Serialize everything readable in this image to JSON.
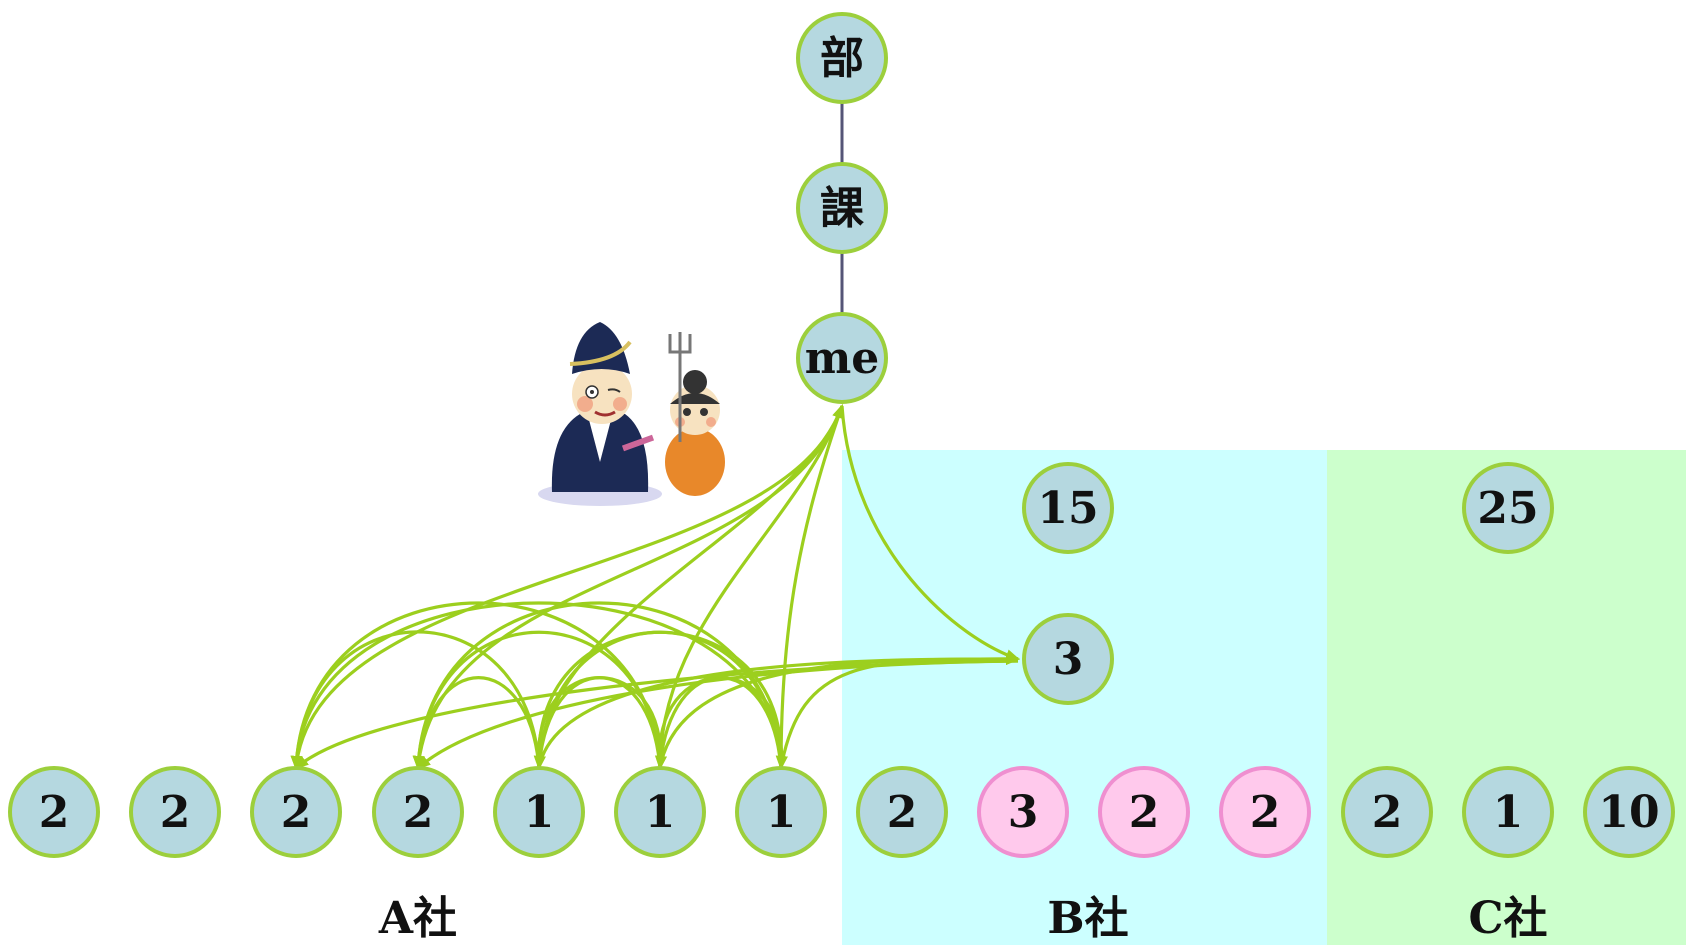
{
  "colors": {
    "node_fill": "#b5d8e0",
    "node_stroke": "#9ccf3c",
    "highlight_fill": "#ffc9ec",
    "highlight_stroke": "#ef8fd0",
    "arrow": "#9ccf1e",
    "hierarchy_line": "#555577",
    "region_b": "#ccffff",
    "region_c": "#ccffcc"
  },
  "hierarchy": {
    "bu": "部",
    "ka": "課",
    "me": "me"
  },
  "mid_nodes": {
    "b_upper": "15",
    "b_lower": "3",
    "c_upper": "25"
  },
  "bottom_nodes": [
    {
      "label": "2",
      "highlight": false
    },
    {
      "label": "2",
      "highlight": false
    },
    {
      "label": "2",
      "highlight": false
    },
    {
      "label": "2",
      "highlight": false
    },
    {
      "label": "1",
      "highlight": false
    },
    {
      "label": "1",
      "highlight": false
    },
    {
      "label": "1",
      "highlight": false
    },
    {
      "label": "2",
      "highlight": false
    },
    {
      "label": "3",
      "highlight": true
    },
    {
      "label": "2",
      "highlight": true
    },
    {
      "label": "2",
      "highlight": true
    },
    {
      "label": "2",
      "highlight": false
    },
    {
      "label": "1",
      "highlight": false
    },
    {
      "label": "10",
      "highlight": false
    }
  ],
  "companies": {
    "a": "A社",
    "b": "B社",
    "c": "C社"
  },
  "illustration": "samurai-lord-and-child-illustration"
}
